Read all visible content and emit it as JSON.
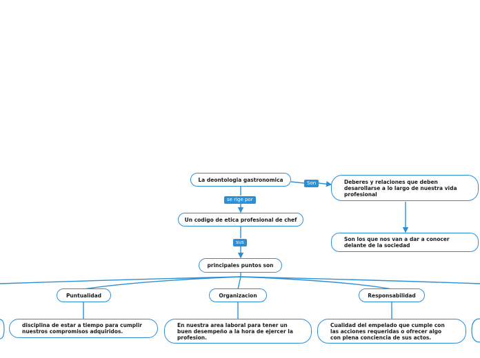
{
  "nodes": {
    "root": "La deontologia gastronomica",
    "definition": "Deberes y relaciones que deben desarollarse a lo largo de nuestra vida profesional",
    "definition_detail": "Son los que nos van a dar a conocer delante de la sociedad",
    "code": "Un codigo de etica profesional de chef",
    "main_points": "principales puntos son",
    "punctuality": "Puntualidad",
    "punctuality_detail": "disciplina de estar a tiempo para cumplir nuestros compromisos adquiridos.",
    "organization": "Organizacion",
    "organization_detail": "En nuestra area laboral para tener un buen desempeño a la hora de ejercer la profesion.",
    "responsibility": "Responsabilidad",
    "responsibility_detail": "Cualidad del empelado que cumple con las acciones requeridas o ofrecer algo con plena conciencia de sus actos."
  },
  "links": {
    "son": "Son",
    "se_rige_por": "se rige por",
    "sus": "sus"
  },
  "colors": {
    "accent": "#2a8fd6",
    "node_bg": "#ffffff",
    "text": "#1a1a1a"
  }
}
